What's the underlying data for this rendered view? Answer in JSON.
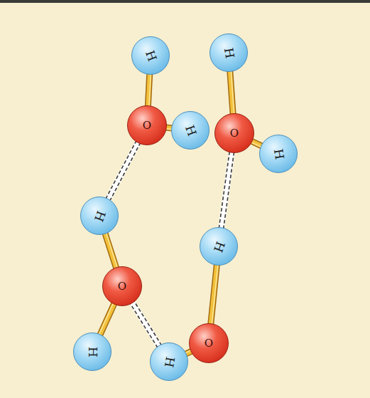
{
  "diagram": {
    "nodes": [
      {
        "text": [
          "H"
        ]
      },
      {
        "text": [
          "H"
        ]
      },
      {
        "text": [
          "O"
        ]
      },
      {
        "text": [
          "H"
        ]
      },
      {
        "text": [
          "O"
        ]
      },
      {
        "text": [
          "H"
        ]
      },
      {
        "text": [
          "H"
        ]
      },
      {
        "text": [
          "H"
        ]
      },
      {
        "text": [
          "O"
        ]
      },
      {
        "text": [
          "O"
        ]
      },
      {
        "text": [
          "H"
        ]
      },
      {
        "text": [
          "H"
        ]
      }
    ],
    "edges": [
      {
        "from": 2,
        "to": 1,
        "arrow": "none"
      },
      {
        "from": 2,
        "to": 3,
        "arrow": "none"
      },
      {
        "from": 4,
        "to": 0,
        "arrow": "none"
      },
      {
        "from": 4,
        "to": 5,
        "arrow": "none"
      },
      {
        "from": 8,
        "to": 6,
        "arrow": "none"
      },
      {
        "from": 8,
        "to": 10,
        "arrow": "none"
      },
      {
        "from": 9,
        "to": 7,
        "arrow": "none"
      },
      {
        "from": 9,
        "to": 11,
        "arrow": "none"
      },
      {
        "from": 6,
        "to": 2,
        "arrow": "none"
      },
      {
        "from": 11,
        "to": 8,
        "arrow": "none"
      },
      {
        "from": 7,
        "to": 4,
        "arrow": "none"
      }
    ]
  }
}
